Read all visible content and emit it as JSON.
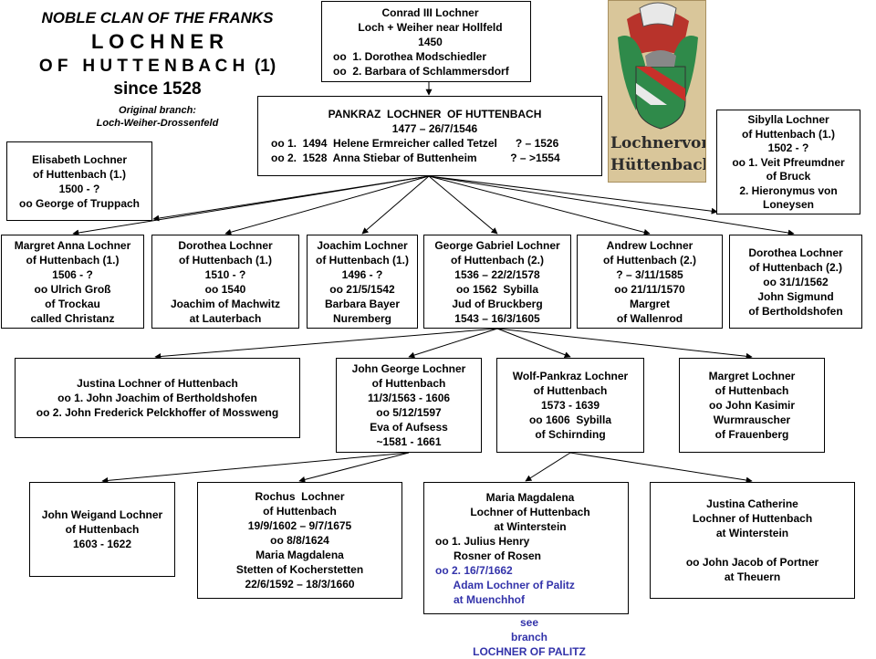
{
  "header": {
    "line1": "NOBLE CLAN OF THE FRANKS",
    "line2": "L O C H N E R",
    "line3": "O F   H U T T E N B A C H  (1)",
    "line4": "since 1528",
    "line5": "Original branch:",
    "line6": "Loch-Weiher-Drossenfeld"
  },
  "crest": {
    "icon": "coat-of-arms-icon",
    "caption1": "Lochnervon",
    "caption2": "Hüttenbach"
  },
  "people": [
    {
      "id": "conrad",
      "lines": [
        "Conrad III Lochner",
        "Loch + Weiher near Hollfeld",
        "1450",
        "oo  1. Dorothea Modschiedler",
        "oo  2. Barbara of Schlammersdorf"
      ]
    },
    {
      "id": "pankraz",
      "lines": [
        "PANKRAZ  LOCHNER  OF HUTTENBACH",
        "1477 – 26/7/1546",
        "oo 1.  1494  Helene Ermreicher called Tetzel      ? – 1526",
        "oo 2.  1528  Anna Stiebar of Buttenheim           ? – >1554"
      ]
    },
    {
      "id": "sibylla",
      "lines": [
        "Sibylla Lochner",
        "of Huttenbach (1.)",
        "1502 - ?",
        "oo 1. Veit Pfreumdner",
        "of Bruck",
        "2. Hieronymus von",
        "Loneysen"
      ]
    },
    {
      "id": "elisabeth",
      "lines": [
        "Elisabeth Lochner",
        "of Huttenbach (1.)",
        "1500 - ?",
        "oo George of Truppach"
      ]
    },
    {
      "id": "margret1",
      "lines": [
        "Margret Anna Lochner",
        "of Huttenbach (1.)",
        "1506 - ?",
        "oo Ulrich Groß",
        "of Trockau",
        "called Christanz"
      ]
    },
    {
      "id": "dorothea1",
      "lines": [
        "Dorothea Lochner",
        "of Huttenbach (1.)",
        "1510 - ?",
        "oo 1540",
        "Joachim of Machwitz",
        "at Lauterbach"
      ]
    },
    {
      "id": "joachim",
      "lines": [
        "Joachim Lochner",
        "of Huttenbach (1.)",
        "1496 - ?",
        "oo 21/5/1542",
        "Barbara Bayer",
        "Nuremberg"
      ]
    },
    {
      "id": "george",
      "lines": [
        "George Gabriel Lochner",
        "of Huttenbach (2.)",
        "1536 – 22/2/1578",
        "oo 1562  Sybilla",
        "Jud of Bruckberg",
        "1543 – 16/3/1605"
      ]
    },
    {
      "id": "andrew",
      "lines": [
        "Andrew Lochner",
        "of Huttenbach (2.)",
        "? – 3/11/1585",
        "oo 21/11/1570",
        "Margret",
        "of Wallenrod"
      ]
    },
    {
      "id": "dorothea2",
      "lines": [
        "Dorothea Lochner",
        "of Huttenbach (2.)",
        "oo 31/1/1562",
        "John Sigmund",
        "of Bertholdshofen"
      ]
    },
    {
      "id": "justina1",
      "lines": [
        "Justina Lochner of Huttenbach",
        "oo 1. John Joachim of Bertholdshofen",
        "oo 2. John Frederick Pelckhoffer of Mossweng"
      ]
    },
    {
      "id": "johngeorge",
      "lines": [
        "John George Lochner",
        "of Huttenbach",
        "11/3/1563 - 1606",
        "oo 5/12/1597",
        "Eva of Aufsess",
        "~1581 - 1661"
      ]
    },
    {
      "id": "wolf",
      "lines": [
        "Wolf-Pankraz Lochner",
        "of Huttenbach",
        "1573 - 1639",
        "oo 1606  Sybilla",
        "of Schirnding"
      ]
    },
    {
      "id": "margret2",
      "lines": [
        "Margret Lochner",
        "of Huttenbach",
        "oo John Kasimir",
        "Wurmrauscher",
        "of Frauenberg"
      ]
    },
    {
      "id": "weigand",
      "lines": [
        "John Weigand Lochner",
        "of Huttenbach",
        "1603 - 1622"
      ]
    },
    {
      "id": "rochus",
      "lines": [
        "Rochus  Lochner",
        "of Huttenbach",
        "19/9/1602 – 9/7/1675",
        "oo 8/8/1624",
        "Maria Magdalena",
        "Stetten of Kocherstetten",
        "22/6/1592 – 18/3/1660"
      ]
    },
    {
      "id": "maria",
      "lines": [
        "Maria Magdalena",
        "Lochner of Huttenbach",
        "at Winterstein",
        "oo 1. Julius Henry",
        "      Rosner of Rosen",
        "oo 2. 16/7/1662",
        "      Adam Lochner of Palitz",
        "      at Muenchhof"
      ]
    },
    {
      "id": "justina2",
      "lines": [
        "Justina Catherine",
        "Lochner of Huttenbach",
        "at Winterstein",
        "",
        "oo John Jacob of Portner",
        "at Theuern"
      ]
    }
  ],
  "footnote": [
    "see",
    "branch",
    "LOCHNER  OF PALITZ"
  ],
  "colors": {
    "blue_text": "#3333aa",
    "line": "#000000"
  }
}
